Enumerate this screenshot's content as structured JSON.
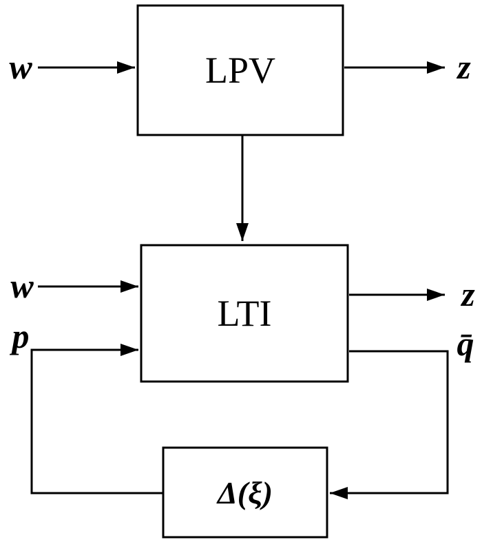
{
  "diagram": {
    "blocks": {
      "lpv": "LPV",
      "lti": "LTI",
      "delta": "Δ(ξ)"
    },
    "signals": {
      "w_top": "w",
      "z_top": "z",
      "w_mid": "w",
      "p": "p",
      "z_mid": "z",
      "q_bar": "q̄"
    },
    "colors": {
      "line": "#000000",
      "background": "#ffffff"
    }
  }
}
